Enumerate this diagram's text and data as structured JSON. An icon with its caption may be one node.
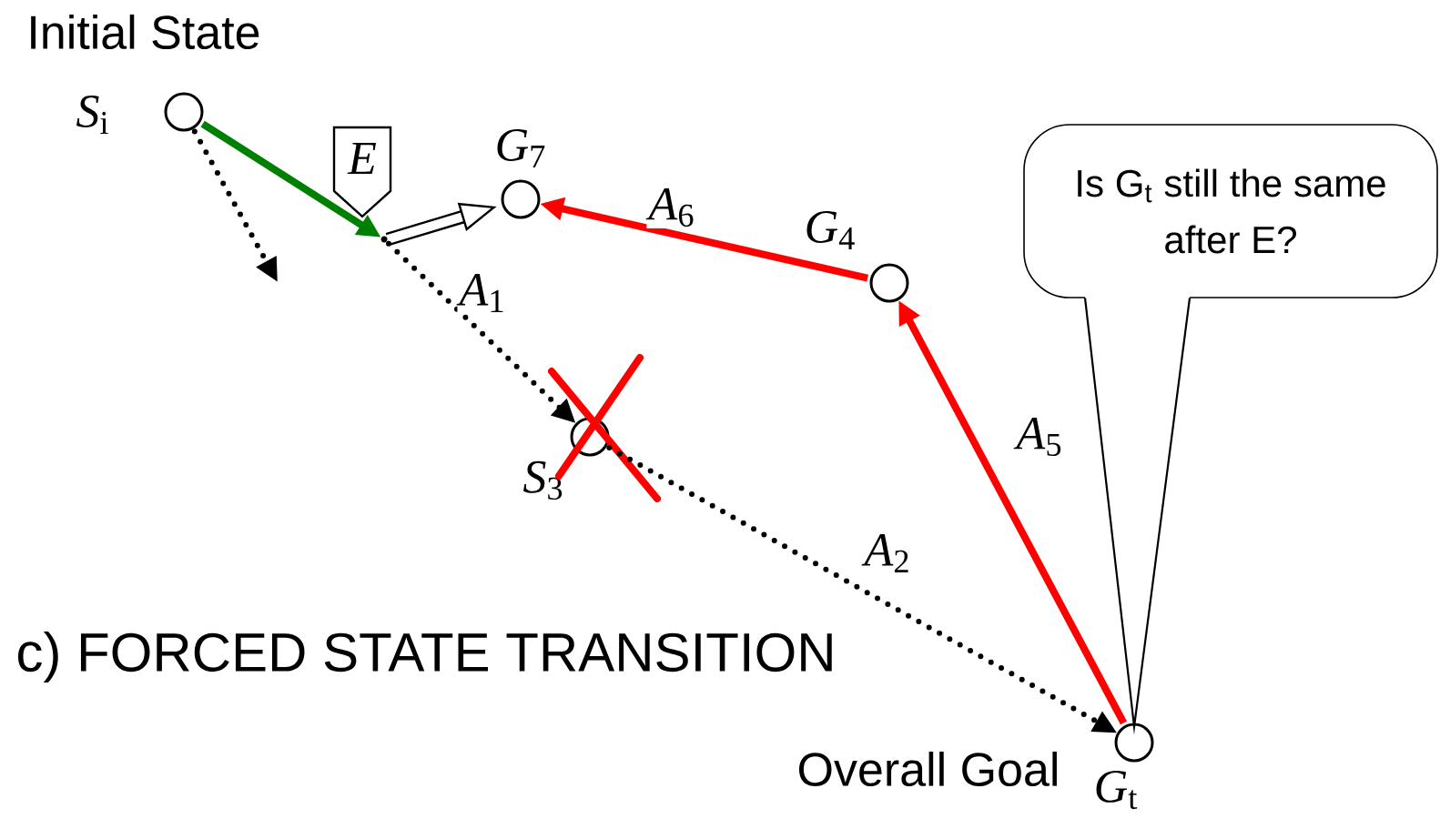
{
  "diagram": {
    "nodes": [
      {
        "text": [],
        "shape": "circle",
        "beside": [
          "*S*$_{i}$"
        ]
      },
      {
        "text": [
          "E"
        ]
      },
      {
        "text": [],
        "shape": "dot"
      },
      {
        "text": [],
        "shape": "circle",
        "beside": [
          "*G*$_{7}$"
        ]
      },
      {
        "text": [],
        "shape": "circle",
        "beside": [
          "*G*$_{4}$"
        ]
      },
      {
        "text": [],
        "shape": "circle",
        "beside": [
          "*S*$_{3}$"
        ]
      },
      {
        "text": [],
        "shape": "circle",
        "beside": [
          "*G*$_{t}$"
        ]
      },
      {
        "text": [
          "Is G$_{t}$ still the same after E?"
        ]
      }
    ],
    "edges": [
      {
        "from": 0,
        "to": 2,
        "arrow": "to",
        "color": "#008000"
      },
      {
        "from": 0,
        "to": null,
        "arrow": "to",
        "style": "dashed"
      },
      {
        "from": 2,
        "to": 3,
        "arrow": "to",
        "style": "thick"
      },
      {
        "from": 2,
        "to": 5,
        "arrow": "to",
        "style": "dashed",
        "label": "*A*$_{1}$"
      },
      {
        "from": 5,
        "to": 6,
        "arrow": "to",
        "style": "dashed",
        "label": "*A*$_{2}$"
      },
      {
        "from": 6,
        "to": 4,
        "arrow": "to",
        "color": "#ff0000",
        "label": "*A*$_{5}$"
      },
      {
        "from": 4,
        "to": 3,
        "arrow": "to",
        "color": "#ff0000",
        "label": "*A*$_{6}$"
      },
      {
        "from": 7,
        "to": 6,
        "arrow": "none"
      }
    ],
    "labels": [
      "Initial State",
      "Overall Goal",
      "c) FORCED STATE TRANSITION"
    ]
  }
}
